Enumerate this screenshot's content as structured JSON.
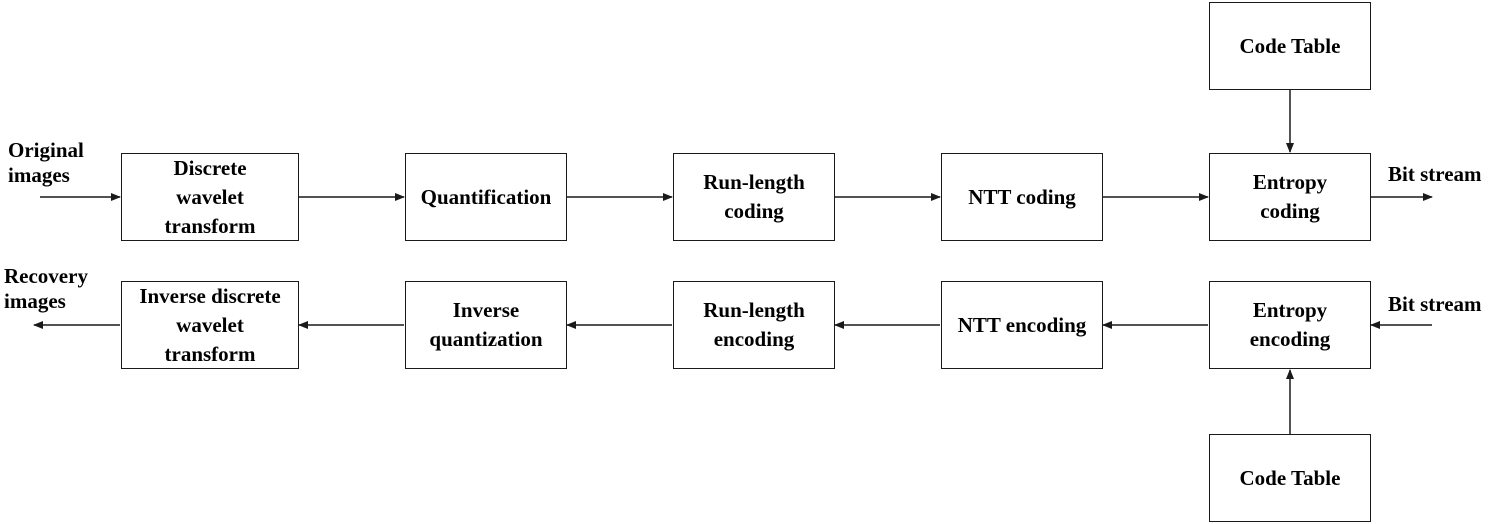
{
  "encode_row": {
    "input_label": "Original\nimages",
    "output_label": "Bit stream",
    "steps": [
      "Discrete\nwavelet\ntransform",
      "Quantification",
      "Run-length\ncoding",
      "NTT coding",
      "Entropy\ncoding"
    ],
    "code_table": "Code Table"
  },
  "decode_row": {
    "input_label": "Bit stream",
    "output_label": "Recovery\nimages",
    "steps": [
      "Inverse discrete\nwavelet\ntransform",
      "Inverse\nquantization",
      "Run-length\nencoding",
      "NTT encoding",
      "Entropy\nencoding"
    ],
    "code_table": "Code Table"
  }
}
